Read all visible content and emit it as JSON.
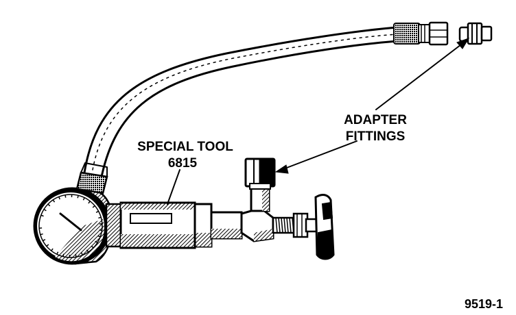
{
  "labels": {
    "special_tool_line1": "SPECIAL TOOL",
    "special_tool_line2": "6815",
    "adapter_line1": "ADAPTER",
    "adapter_line2": "FITTINGS",
    "figure_number": "9519-1"
  },
  "colors": {
    "ink": "#000000",
    "paper": "#ffffff"
  }
}
